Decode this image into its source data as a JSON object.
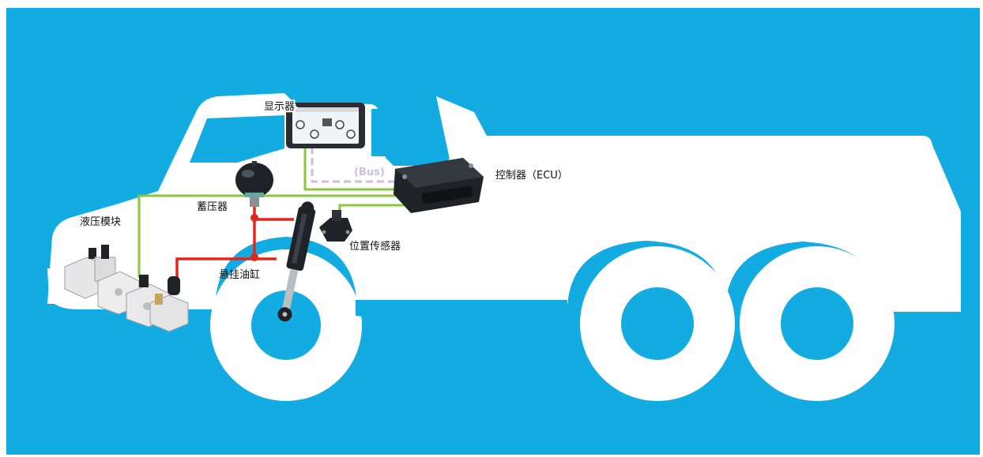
{
  "labels": {
    "display": "显示器",
    "ecu": "控制器（ECU）",
    "bus": "(Bus)",
    "accumulator": "蓄压器",
    "hydraulic_module": "液压模块",
    "position_sensor": "位置传感器",
    "suspension_cylinder": "悬挂油缸"
  },
  "colors": {
    "background": "#12abe2",
    "truck_silhouette": "#ffffff",
    "signal_line": "#8cc63f",
    "hydraulic_line": "#e0261f",
    "bus_line": "#c9bfe0",
    "component_dark": "#1f2327"
  },
  "icons": {
    "display": "display-screen-icon",
    "ecu": "ecu-box-icon",
    "accumulator": "accumulator-sphere-icon",
    "hydraulic_module": "valve-block-icon",
    "position_sensor": "position-sensor-icon",
    "suspension_cylinder": "hydraulic-cylinder-icon"
  }
}
